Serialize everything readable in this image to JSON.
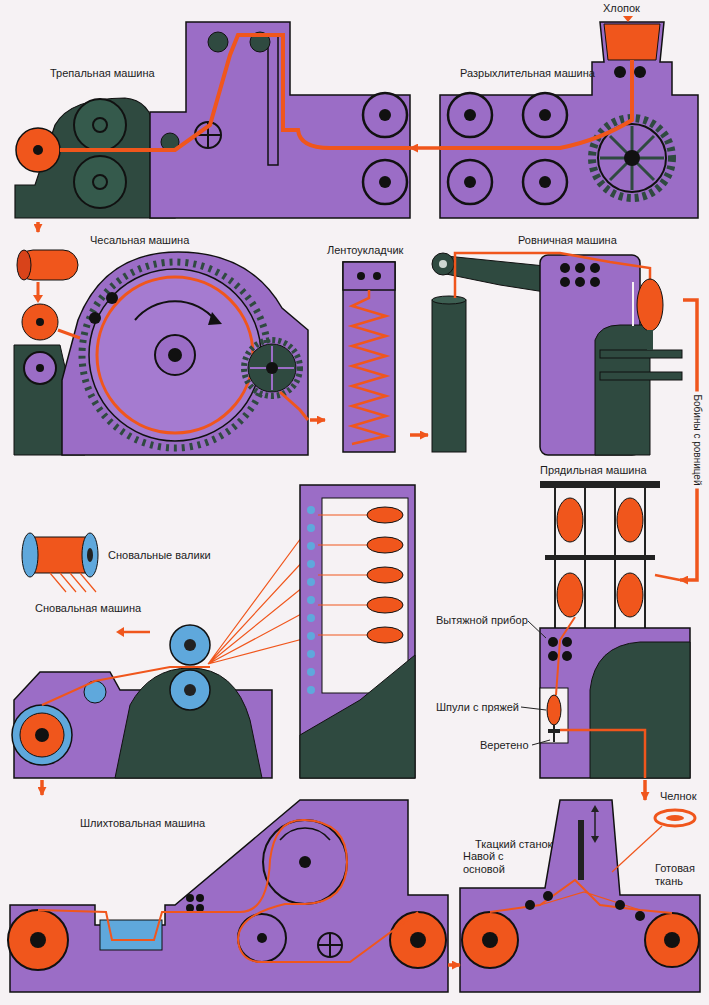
{
  "diagram": {
    "nodes": [
      {
        "text": [
          "Трепальная машина"
        ]
      },
      {
        "text": [
          "Разрыхлительная машина"
        ]
      },
      {
        "text": [
          "Чесальная машина"
        ]
      },
      {
        "text": [
          "Лентоукладчик"
        ]
      },
      {
        "text": [
          "Ровничная машина"
        ]
      },
      {
        "text": [
          "Сновальная машина"
        ]
      },
      {
        "text": [
          "Прядильная машина"
        ]
      },
      {
        "text": [
          "Шлихтовальная машина"
        ]
      },
      {
        "text": [
          "Ткацкий станок"
        ]
      }
    ],
    "edges": [
      {
        "from": 1,
        "to": 0,
        "arrow": "to"
      },
      {
        "from": 0,
        "to": 2,
        "arrow": "to"
      },
      {
        "from": 2,
        "to": 3,
        "arrow": "to"
      },
      {
        "from": 3,
        "to": 4,
        "arrow": "to"
      },
      {
        "from": 4,
        "to": 6,
        "label": "Бобины с ровницей",
        "arrow": "to"
      },
      {
        "from": 6,
        "to": 8,
        "arrow": "to"
      },
      {
        "from": 5,
        "to": 7,
        "arrow": "to"
      },
      {
        "from": 7,
        "to": 8,
        "arrow": "to"
      }
    ],
    "labels": [
      "Хлопок",
      "Сновальные валики",
      "Вытяжной прибор",
      "Шпули с пряжей",
      "Веретено",
      "Челнок",
      "Навой с основой",
      "Готовая ткань"
    ]
  }
}
